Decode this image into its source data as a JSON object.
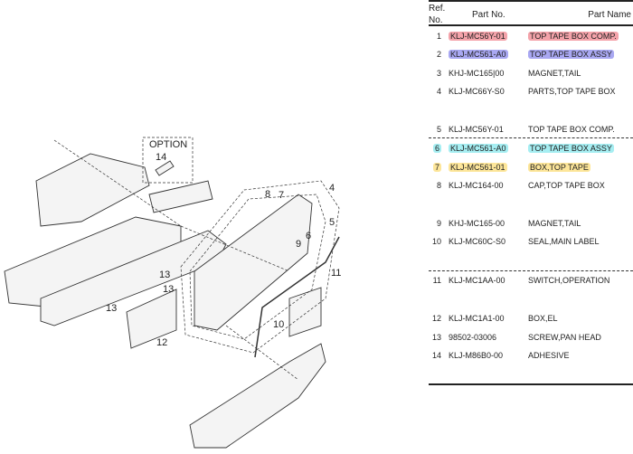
{
  "table": {
    "headers": {
      "ref": "Ref.",
      "ref2": "No.",
      "part_no": "Part No.",
      "part_name": "Part Name"
    },
    "rows": [
      {
        "ref": "1",
        "part_no": "KLJ-MC56Y-01",
        "part_name": "TOP TAPE BOX COMP.",
        "highlight": "#f4a3aa"
      },
      {
        "ref": "2",
        "part_no": "KLJ-MC561-A0",
        "part_name": "TOP TAPE BOX ASSY",
        "highlight": "#a9a8f2"
      },
      {
        "ref": "3",
        "part_no": "KHJ-MC165|00",
        "part_name": "MAGNET,TAIL"
      },
      {
        "ref": "4",
        "part_no": "KLJ-MC66Y-S0",
        "part_name": "PARTS,TOP TAPE BOX"
      },
      {
        "ref": "5",
        "part_no": "KLJ-MC56Y-01",
        "part_name": "TOP TAPE BOX COMP."
      },
      {
        "ref": "6",
        "part_no": "KLJ-MC561-A0",
        "part_name": "TOP TAPE BOX ASSY",
        "highlight": "#a6eef2"
      },
      {
        "ref": "7",
        "part_no": "KLJ-MC561-01",
        "part_name": "BOX,TOP TAPE",
        "highlight": "#fde69a"
      },
      {
        "ref": "8",
        "part_no": "KLJ-MC164-00",
        "part_name": "CAP,TOP TAPE BOX"
      },
      {
        "ref": "9",
        "part_no": "KHJ-MC165-00",
        "part_name": "MAGNET,TAIL"
      },
      {
        "ref": "10",
        "part_no": "KLJ-MC60C-S0",
        "part_name": "SEAL,MAIN LABEL"
      },
      {
        "ref": "11",
        "part_no": "KLJ-MC1AA-00",
        "part_name": "SWITCH,OPERATION"
      },
      {
        "ref": "12",
        "part_no": "KLJ-MC1A1-00",
        "part_name": "BOX,EL"
      },
      {
        "ref": "13",
        "part_no": "98502-03006",
        "part_name": "SCREW,PAN HEAD"
      },
      {
        "ref": "14",
        "part_no": "KLJ-M86B0-00",
        "part_name": "ADHESIVE"
      }
    ]
  },
  "diagram": {
    "option_label": "OPTION",
    "callouts": [
      "14",
      "4",
      "8",
      "7",
      "5",
      "6",
      "9",
      "11",
      "13",
      "13",
      "13",
      "10",
      "12"
    ]
  }
}
